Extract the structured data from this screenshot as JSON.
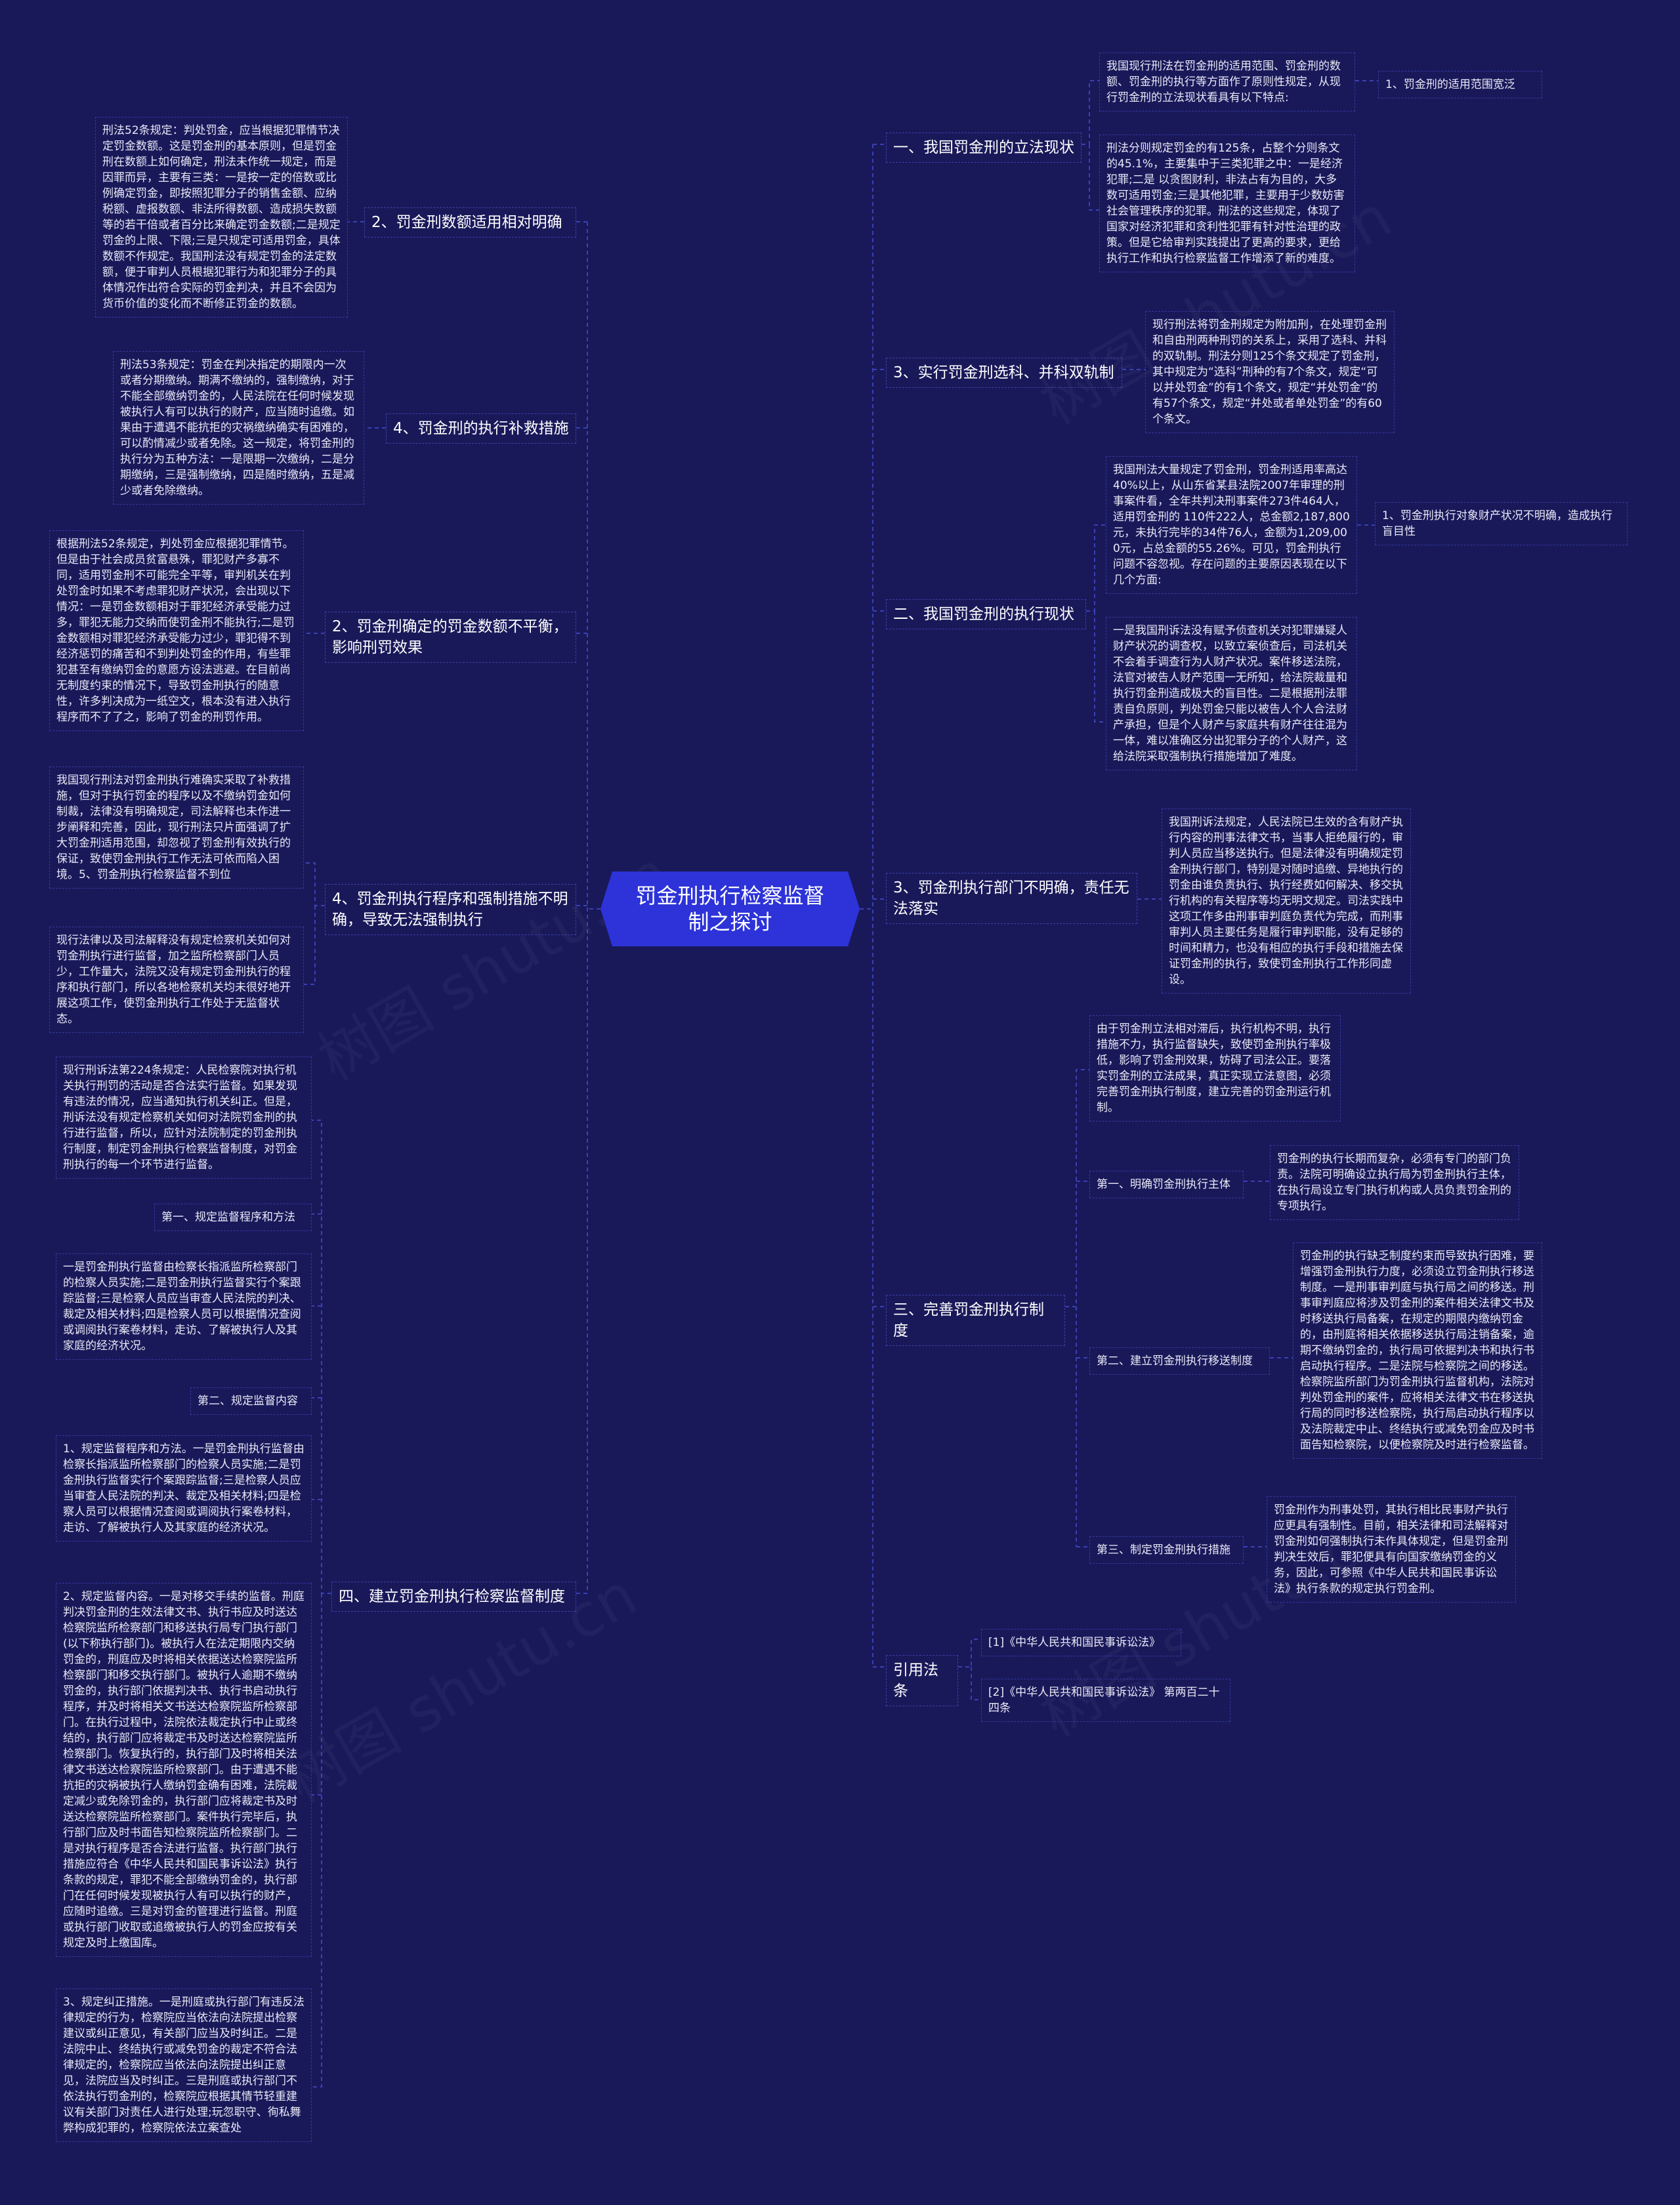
{
  "watermark": "树图 shutu.cn",
  "root": "罚金刑执行检察监督制之探讨",
  "left": {
    "b2a": "2、罚金刑数额适用相对明确",
    "b2a_leaf": "刑法52条规定：判处罚金，应当根据犯罪情节决定罚金数额。这是罚金刑的基本原则，但是罚金刑在数额上如何确定，刑法未作统一规定，而是因罪而异，主要有三类：一是按一定的倍数或比例确定罚金，即按照犯罪分子的销售金额、应纳税额、虚报数额、非法所得数额、造成损失数额等的若干倍或者百分比来确定罚金数额;二是规定罚金的上限、下限;三是只规定可适用罚金，具体数额不作规定。我国刑法没有规定罚金的法定数额，便于审判人员根据犯罪行为和犯罪分子的具体情况作出符合实际的罚金判决，并且不会因为货币价值的变化而不断修正罚金的数额。",
    "b4a": "4、罚金刑的执行补救措施",
    "b4a_leaf": "刑法53条规定：罚金在判决指定的期限内一次或者分期缴纳。期满不缴纳的，强制缴纳，对于不能全部缴纳罚金的，人民法院在任何时候发现被执行人有可以执行的财产，应当随时追缴。如果由于遭遇不能抗拒的灾祸缴纳确实有困难的，可以酌情减少或者免除。这一规定，将罚金刑的执行分为五种方法：一是限期一次缴纳，二是分期缴纳，三是强制缴纳，四是随时缴纳，五是减少或者免除缴纳。",
    "b2b": "2、罚金刑确定的罚金数额不平衡，影响刑罚效果",
    "b2b_leaf": "根据刑法52条规定，判处罚金应根据犯罪情节。但是由于社会成员贫富悬殊，罪犯财产多寡不同，适用罚金刑不可能完全平等，审判机关在判处罚金时如果不考虑罪犯财产状况，会出现以下情况：一是罚金数额相对于罪犯经济承受能力过多，罪犯无能力交纳而使罚金刑不能执行;二是罚金数额相对罪犯经济承受能力过少，罪犯得不到经济惩罚的痛苦和不到判处罚金的作用，有些罪犯甚至有缴纳罚金的意愿方设法逃避。在目前尚无制度约束的情况下，导致罚金刑执行的随意性，许多判决成为一纸空文，根本没有进入执行程序而不了了之，影响了罚金的刑罚作用。",
    "b4b": "4、罚金刑执行程序和强制措施不明确，导致无法强制执行",
    "b4b_leaf1": "我国现行刑法对罚金刑执行难确实采取了补救措施，但对于执行罚金的程序以及不缴纳罚金如何制裁，法律没有明确规定，司法解释也未作进一步阐释和完善，因此，现行刑法只片面强调了扩大罚金刑适用范围，却忽视了罚金刑有效执行的保证，致使罚金刑执行工作无法可依而陷入困境。5、罚金刑执行检察监督不到位",
    "b4b_leaf2": "现行法律以及司法解释没有规定检察机关如何对罚金刑执行进行监督，加之监所检察部门人员少，工作量大，法院又没有规定罚金刑执行的程序和执行部门，所以各地检察机关均未很好地开展这项工作，使罚金刑执行工作处于无监督状态。",
    "b4c": "四、建立罚金刑执行检察监督制度",
    "b4c_leaf1": "现行刑诉法第224条规定：人民检察院对执行机关执行刑罚的活动是否合法实行监督。如果发现有违法的情况，应当通知执行机关纠正。但是，刑诉法没有规定检察机关如何对法院罚金刑的执行进行监督，所以，应针对法院制定的罚金刑执行制度，制定罚金刑执行检察监督制度，对罚金刑执行的每一个环节进行监督。",
    "b4c_leaf2": "第一、规定监督程序和方法",
    "b4c_leaf3": "一是罚金刑执行监督由检察长指派监所检察部门的检察人员实施;二是罚金刑执行监督实行个案跟踪监督;三是检察人员应当审查人民法院的判决、裁定及相关材料;四是检察人员可以根据情况查阅或调阅执行案卷材料，走访、了解被执行人及其家庭的经济状况。",
    "b4c_leaf4": "第二、规定监督内容",
    "b4c_leaf5": "1、规定监督程序和方法。一是罚金刑执行监督由检察长指派监所检察部门的检察人员实施;二是罚金刑执行监督实行个案跟踪监督;三是检察人员应当审查人民法院的判决、裁定及相关材料;四是检察人员可以根据情况查阅或调阅执行案卷材料，走访、了解被执行人及其家庭的经济状况。",
    "b4c_leaf6": "2、规定监督内容。一是对移交手续的监督。刑庭判决罚金刑的生效法律文书、执行书应及时送达检察院监所检察部门和移送执行局专门执行部门(以下称执行部门)。被执行人在法定期限内交纳罚金的，刑庭应及时将相关依据送达检察院监所检察部门和移交执行部门。被执行人逾期不缴纳罚金的，执行部门依据判决书、执行书启动执行程序，并及时将相关文书送达检察院监所检察部门。在执行过程中，法院依法裁定执行中止或终结的，执行部门应将裁定书及时送达检察院监所检察部门。恢复执行的，执行部门及时将相关法律文书送达检察院监所检察部门。由于遭遇不能抗拒的灾祸被执行人缴纳罚金确有困难，法院裁定减少或免除罚金的，执行部门应将裁定书及时送达检察院监所检察部门。案件执行完毕后，执行部门应及时书面告知检察院监所检察部门。二是对执行程序是否合法进行监督。执行部门执行措施应符合《中华人民共和国民事诉讼法》执行条款的规定，罪犯不能全部缴纳罚金的，执行部门在任何时候发现被执行人有可以执行的财产，应随时追缴。三是对罚金的管理进行监督。刑庭或执行部门收取或追缴被执行人的罚金应按有关规定及时上缴国库。",
    "b4c_leaf7": "3、规定纠正措施。一是刑庭或执行部门有违反法律规定的行为，检察院应当依法向法院提出检察建议或纠正意见，有关部门应当及时纠正。二是法院中止、终结执行或减免罚金的裁定不符合法律规定的，检察院应当依法向法院提出纠正意见，法院应当及时纠正。三是刑庭或执行部门不依法执行罚金刑的，检察院应根据其情节轻重建议有关部门对责任人进行处理;玩忽职守、徇私舞弊构成犯罪的，检察院依法立案查处"
  },
  "right": {
    "r1": "一、我国罚金刑的立法现状",
    "r1_leaf1": "我国现行刑法在罚金刑的适用范围、罚金刑的数额、罚金刑的执行等方面作了原则性规定，从现行罚金刑的立法现状看具有以下特点:",
    "r1_leaf1_child": "1、罚金刑的适用范围宽泛",
    "r1_leaf2": "刑法分则规定罚金的有125条，占整个分则条文的45.1%，主要集中于三类犯罪之中：一是经济犯罪;二是 以贪图财利，非法占有为目的，大多数可适用罚金;三是其他犯罪，主要用于少数妨害社会管理秩序的犯罪。刑法的这些规定，体现了国家对经济犯罪和贪利性犯罪有针对性治理的政策。但是它给审判实践提出了更高的要求，更给执行工作和执行检察监督工作增添了新的难度。",
    "r3": "3、实行罚金刑选科、并科双轨制",
    "r3_leaf": "现行刑法将罚金刑规定为附加刑，在处理罚金刑和自由刑两种刑罚的关系上，采用了选科、并科的双轨制。刑法分则125个条文规定了罚金刑，其中规定为“选科”刑种的有7个条文，规定“可以并处罚金”的有1个条文，规定“并处罚金”的有57个条文，规定“并处或者单处罚金”的有60个条文。",
    "r2": "二、我国罚金刑的执行现状",
    "r2_leaf1": "我国刑法大量规定了罚金刑，罚金刑适用率高达40%以上，从山东省某县法院2007年审理的刑事案件看，全年共判决刑事案件273件464人，适用罚金刑的 110件222人，总金额2,187,800元，未执行完毕的34件76人，金额为1,209,000元，占总金额的55.26%。可见，罚金刑执行问题不容忽视。存在问题的主要原因表现在以下几个方面:",
    "r2_leaf1_child": "1、罚金刑执行对象财产状况不明确，造成执行盲目性",
    "r2_leaf2": "一是我国刑诉法没有赋予侦查机关对犯罪嫌疑人财产状况的调查权，以致立案侦查后，司法机关不会着手调查行为人财产状况。案件移送法院，法官对被告人财产范围一无所知，给法院裁量和执行罚金刑造成极大的盲目性。二是根据刑法罪责自负原则，判处罚金只能以被告人个人合法财产承担，但是个人财产与家庭共有财产往往混为一体，难以准确区分出犯罪分子的个人财产，这给法院采取强制执行措施增加了难度。",
    "r3b": "3、罚金刑执行部门不明确，责任无法落实",
    "r3b_leaf": "我国刑诉法规定，人民法院已生效的含有财产执行内容的刑事法律文书，当事人拒绝履行的，审判人员应当移送执行。但是法律没有明确规定罚金刑执行部门，特别是对随时追缴、异地执行的罚金由谁负责执行、执行经费如何解决、移交执行机构的有关程序等均无明文规定。司法实践中这项工作多由刑事审判庭负责代为完成，而刑事审判人员主要任务是履行审判职能，没有足够的时间和精力，也没有相应的执行手段和措施去保证罚金刑的执行，致使罚金刑执行工作形同虚设。",
    "r4": "三、完善罚金刑执行制度",
    "r4_leaf0": "由于罚金刑立法相对滞后，执行机构不明，执行措施不力，执行监督缺失，致使罚金刑执行率极低，影响了罚金刑效果，妨碍了司法公正。要落实罚金刑的立法成果，真正实现立法意图，必须完善罚金刑执行制度，建立完善的罚金刑运行机制。",
    "r4_s1": "第一、明确罚金刑执行主体",
    "r4_s1_leaf": "罚金刑的执行长期而复杂，必须有专门的部门负责。法院可明确设立执行局为罚金刑执行主体，在执行局设立专门执行机构或人员负责罚金刑的专项执行。",
    "r4_s2": "第二、建立罚金刑执行移送制度",
    "r4_s2_leaf": "罚金刑的执行缺乏制度约束而导致执行困难，要增强罚金刑执行力度，必须设立罚金刑执行移送制度。一是刑事审判庭与执行局之间的移送。刑事审判庭应将涉及罚金刑的案件相关法律文书及时移送执行局备案，在规定的期限内缴纳罚金的，由刑庭将相关依据移送执行局注销备案，逾期不缴纳罚金的，执行局可依据判决书和执行书启动执行程序。二是法院与检察院之间的移送。检察院监所部门为罚金刑执行监督机构，法院对判处罚金刑的案件，应将相关法律文书在移送执行局的同时移送检察院，执行局启动执行程序以及法院裁定中止、终结执行或减免罚金应及时书面告知检察院，以便检察院及时进行检察监督。",
    "r4_s3": "第三、制定罚金刑执行措施",
    "r4_s3_leaf": "罚金刑作为刑事处罚，其执行相比民事财产执行应更具有强制性。目前，相关法律和司法解释对罚金刑如何强制执行未作具体规定，但是罚金刑判决生效后，罪犯便具有向国家缴纳罚金的义务，因此，可参照《中华人民共和国民事诉讼法》执行条款的规定执行罚金刑。",
    "r5": "引用法条",
    "r5_leaf1": "[1]《中华人民共和国民事诉讼法》",
    "r5_leaf2": "[2]《中华人民共和国民事诉讼法》 第两百二十四条"
  }
}
